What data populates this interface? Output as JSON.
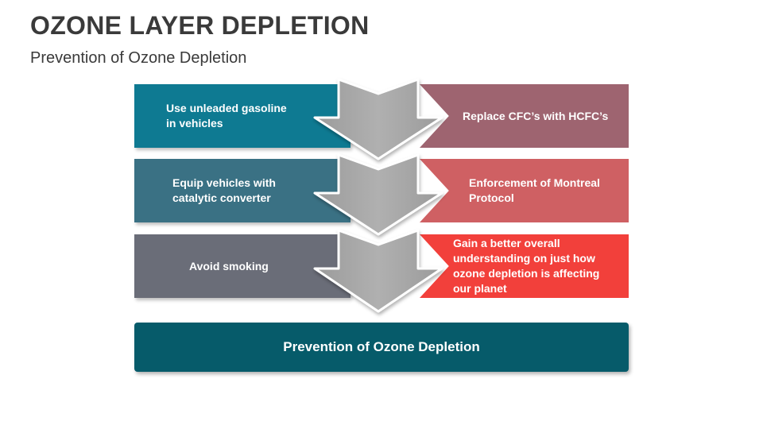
{
  "header": {
    "title": "OZONE LAYER DEPLETION",
    "subtitle": "Prevention of Ozone Depletion"
  },
  "left_items": [
    "Use unleaded gasoline in vehicles",
    "Equip vehicles with catalytic converter",
    "Avoid smoking"
  ],
  "right_items": [
    "Replace CFC’s with HCFC’s",
    "Enforcement of Montreal Protocol",
    "Gain a better overall understanding on just how ozone depletion is affecting our planet"
  ],
  "footer": {
    "label": "Prevention of Ozone Depletion"
  },
  "colors": {
    "left": [
      "#0e7a92",
      "#3a7184",
      "#6a6d78"
    ],
    "right": [
      "#9e6470",
      "#cf6063",
      "#f2403b"
    ],
    "footer": "#065b6a",
    "arrow": "#a7a7a7"
  }
}
